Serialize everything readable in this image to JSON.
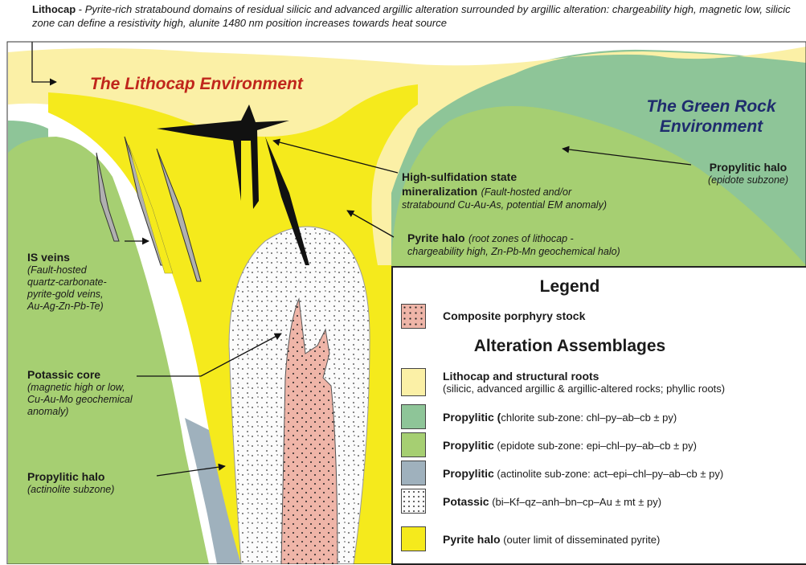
{
  "top_note": {
    "bold": "Lithocap",
    "dash": " - ",
    "text": "Pyrite-rich stratabound domains of residual silicic and advanced argillic alteration surrounded by argillic alteration: chargeability high, magnetic low, silicic zone can define a resistivity high, alunite 1480 nm position increases towards heat source"
  },
  "environments": {
    "lithocap": "The Lithocap Environment",
    "green_rock_line1": "The Green Rock",
    "green_rock_line2": "Environment"
  },
  "labels": {
    "hs_line1": "High-sulfidation state",
    "hs_line2": "mineralization",
    "hs_paren1": "(Fault-hosted and/or",
    "hs_line3": "stratabound Cu-Au-As, potential EM anomaly)",
    "pyrite_bold": "Pyrite halo",
    "pyrite_paren1": "(root zones of lithocap -",
    "pyrite_line2": "chargeability high, Zn-Pb-Mn geochemical halo)",
    "prop_epi_title": "Propylitic halo",
    "prop_epi_sub": "(epidote subzone)",
    "is_title": "IS veins",
    "is_l1": "(Fault-hosted",
    "is_l2": "quartz-carbonate-",
    "is_l3": "pyrite-gold veins,",
    "is_l4": "Au-Ag-Zn-Pb-Te)",
    "potassic_title": "Potassic core",
    "potassic_l1": "(magnetic high or low,",
    "potassic_l2": "Cu-Au-Mo geochemical",
    "potassic_l3": "anomaly)",
    "prop_act_title": "Propylitic halo",
    "prop_act_sub": "(actinolite subzone)"
  },
  "legend": {
    "title": "Legend",
    "porphyry": "Composite porphyry stock",
    "subtitle": "Alteration Assemblages",
    "lithocap_bold": "Lithocap and structural roots",
    "lithocap_detail": "(silicic, advanced argillic & argillic-altered rocks; phyllic roots)",
    "chlorite_bold": "Propylitic (",
    "chlorite_detail": "chlorite sub-zone: chl–py–ab–cb ± py)",
    "epidote_bold": "Propylitic",
    "epidote_detail": " (epidote sub-zone: epi–chl–py–ab–cb ± py)",
    "actinolite_bold": "Propylitic",
    "actinolite_detail": " (actinolite sub-zone: act–epi–chl–py–ab–cb ± py)",
    "potassic_bold": "Potassic",
    "potassic_detail": " (bi–Kf–qz–anh–bn–cp–Au ± mt ± py)",
    "pyrite_bold": "Pyrite halo",
    "pyrite_detail": " (outer limit of disseminated pyrite)"
  },
  "colors": {
    "lithocap": "#fbf0a6",
    "pyrite_halo": "#f5ea1c",
    "chlorite": "#8ec598",
    "epidote": "#a6cf72",
    "actinolite": "#9fb1bd",
    "porphyry": "#efb5a8",
    "potassic": "#fbfbfb",
    "lithocap_title": "#c0261c",
    "green_rock_title": "#1f2c6e"
  }
}
